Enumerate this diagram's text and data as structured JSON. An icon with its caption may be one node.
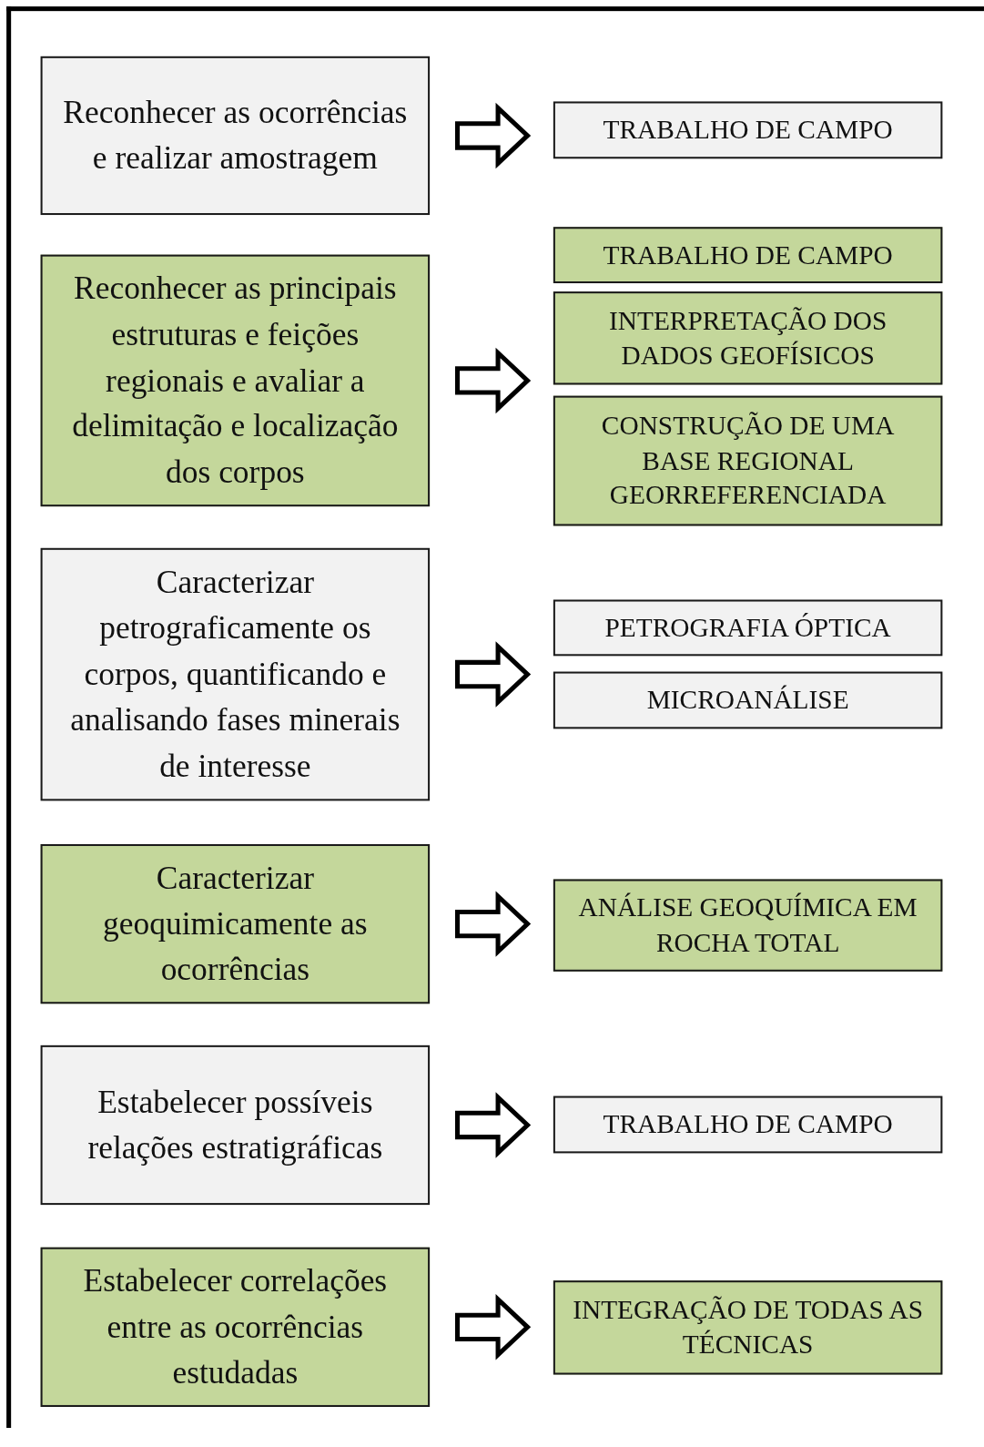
{
  "diagram": {
    "nodes": [
      {
        "text": [
          "Reconhecer as ocorrências e realizar amostragem"
        ]
      },
      {
        "text": [
          "TRABALHO DE CAMPO"
        ]
      },
      {
        "text": [
          "Reconhecer as principais estruturas e feições regionais e avaliar a delimitação e localização dos corpos"
        ]
      },
      {
        "text": [
          "TRABALHO DE CAMPO"
        ]
      },
      {
        "text": [
          "INTERPRETAÇÃO DOS DADOS GEOFÍSICOS"
        ]
      },
      {
        "text": [
          "CONSTRUÇÃO DE UMA BASE REGIONAL GEORREFERENCIADA"
        ]
      },
      {
        "text": [
          "Caracterizar petrograficamente os corpos, quantificando e analisando fases minerais de interesse"
        ]
      },
      {
        "text": [
          "PETROGRAFIA ÓPTICA"
        ]
      },
      {
        "text": [
          "MICROANÁLISE"
        ]
      },
      {
        "text": [
          "Caracterizar geoquimicamente as ocorrências"
        ]
      },
      {
        "text": [
          "ANÁLISE GEOQUÍMICA EM ROCHA TOTAL"
        ]
      },
      {
        "text": [
          "Estabelecer possíveis relações estratigráficas"
        ]
      },
      {
        "text": [
          "TRABALHO DE CAMPO"
        ]
      },
      {
        "text": [
          "Estabelecer correlações entre as ocorrências estudadas"
        ]
      },
      {
        "text": [
          "INTEGRAÇÃO DE TODAS AS TÉCNICAS"
        ]
      }
    ],
    "edges": [
      {
        "from": 0,
        "to": 1,
        "arrow": "to"
      },
      {
        "from": 2,
        "to": 4,
        "arrow": "to"
      },
      {
        "from": 6,
        "to": 8,
        "arrow": "to"
      },
      {
        "from": 9,
        "to": 10,
        "arrow": "to"
      },
      {
        "from": 11,
        "to": 12,
        "arrow": "to"
      },
      {
        "from": 13,
        "to": 14,
        "arrow": "to"
      }
    ]
  }
}
